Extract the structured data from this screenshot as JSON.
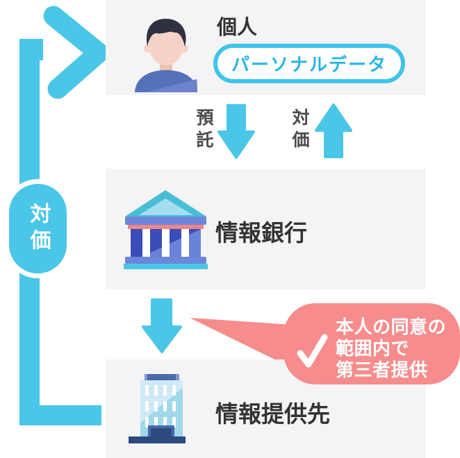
{
  "diagram": {
    "individual": {
      "label": "個人",
      "data_tag": "パーソナルデータ"
    },
    "bank": {
      "label": "情報銀行"
    },
    "recipient": {
      "label": "情報提供先"
    },
    "deposit_label": "預託",
    "return_label": "対価",
    "loop_label": "対価",
    "callout": {
      "lines": [
        "本人の同意の",
        "範囲内で",
        "第三者提供"
      ]
    }
  },
  "colors": {
    "accent_cyan": "#4ac6e8",
    "pill_border": "#3fc4ea",
    "pill_text": "#29b6e3",
    "box_bg": "#f4f4f5",
    "label_dark": "#333333",
    "sub_label_gray": "#4a4a4a",
    "callout_pink": "#f68c8c",
    "callout_text": "#ffffff"
  }
}
